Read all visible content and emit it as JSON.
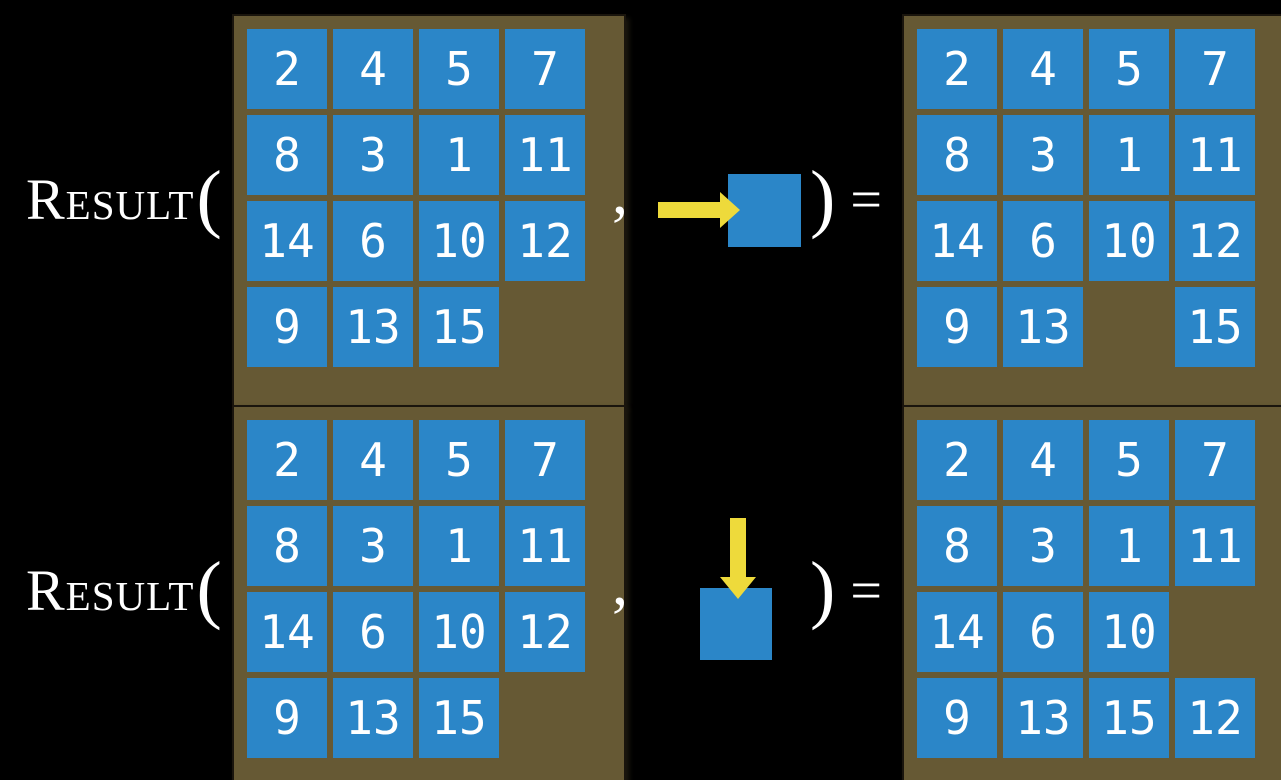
{
  "colors": {
    "background": "#000000",
    "board": "#665934",
    "tile": "#2b86c8",
    "number": "#ffffff",
    "arrow": "#eeda3b",
    "label": "#ffffff"
  },
  "labels": {
    "function_name": "Result",
    "open_paren": "(",
    "comma": ",",
    "close_paren": ")",
    "equals": "="
  },
  "equations": [
    {
      "action_direction": "right",
      "input_grid": [
        [
          "2",
          "4",
          "5",
          "7"
        ],
        [
          "8",
          "3",
          "1",
          "11"
        ],
        [
          "14",
          "6",
          "10",
          "12"
        ],
        [
          "9",
          "13",
          "15",
          ""
        ]
      ],
      "output_grid": [
        [
          "2",
          "4",
          "5",
          "7"
        ],
        [
          "8",
          "3",
          "1",
          "11"
        ],
        [
          "14",
          "6",
          "10",
          "12"
        ],
        [
          "9",
          "13",
          "",
          "15"
        ]
      ]
    },
    {
      "action_direction": "down",
      "input_grid": [
        [
          "2",
          "4",
          "5",
          "7"
        ],
        [
          "8",
          "3",
          "1",
          "11"
        ],
        [
          "14",
          "6",
          "10",
          "12"
        ],
        [
          "9",
          "13",
          "15",
          ""
        ]
      ],
      "output_grid": [
        [
          "2",
          "4",
          "5",
          "7"
        ],
        [
          "8",
          "3",
          "1",
          "11"
        ],
        [
          "14",
          "6",
          "10",
          ""
        ],
        [
          "9",
          "13",
          "15",
          "12"
        ]
      ]
    }
  ]
}
